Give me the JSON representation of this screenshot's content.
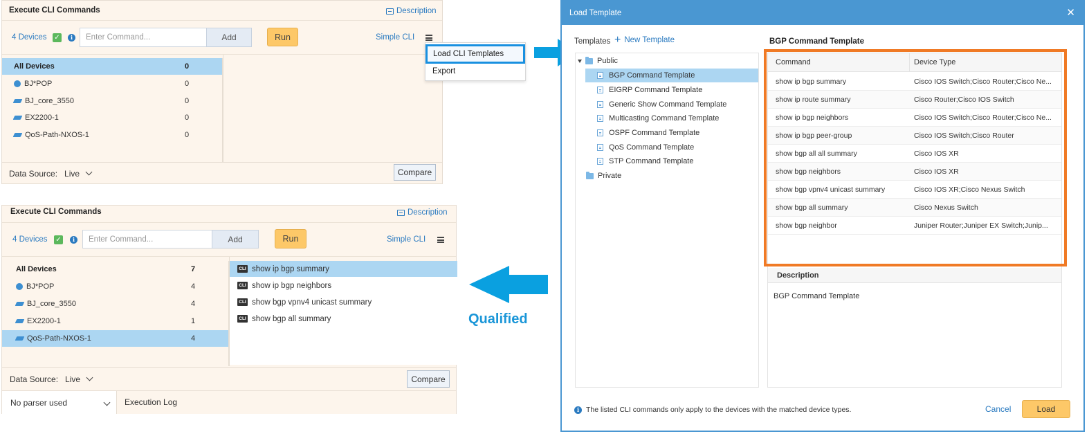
{
  "top_panel": {
    "title": "Execute CLI Commands",
    "description_link": "Description",
    "devices_link": "4 Devices",
    "command_placeholder": "Enter Command...",
    "add_label": "Add",
    "run_label": "Run",
    "simple_cli_label": "Simple CLI",
    "devices": [
      {
        "name": "All Devices",
        "count": "0",
        "icon": "none"
      },
      {
        "name": "BJ*POP",
        "count": "0",
        "icon": "pop-icon"
      },
      {
        "name": "BJ_core_3550",
        "count": "0",
        "icon": "switch-icon"
      },
      {
        "name": "EX2200-1",
        "count": "0",
        "icon": "switch-icon"
      },
      {
        "name": "QoS-Path-NXOS-1",
        "count": "0",
        "icon": "switch-icon"
      }
    ],
    "data_source_label": "Data Source:",
    "data_source_value": "Live",
    "compare_label": "Compare"
  },
  "popup_menu": {
    "items": [
      "Load CLI Templates",
      "Export"
    ],
    "highlighted": "Load CLI Templates"
  },
  "bottom_panel": {
    "title": "Execute CLI Commands",
    "description_link": "Description",
    "devices_link": "4 Devices",
    "command_placeholder": "Enter Command...",
    "add_label": "Add",
    "run_label": "Run",
    "simple_cli_label": "Simple CLI",
    "devices": [
      {
        "name": "All Devices",
        "count": "7",
        "icon": "none"
      },
      {
        "name": "BJ*POP",
        "count": "4",
        "icon": "pop-icon"
      },
      {
        "name": "BJ_core_3550",
        "count": "4",
        "icon": "switch-icon"
      },
      {
        "name": "EX2200-1",
        "count": "1",
        "icon": "switch-icon"
      },
      {
        "name": "QoS-Path-NXOS-1",
        "count": "4",
        "icon": "switch-icon"
      }
    ],
    "commands": [
      {
        "tag": "CLI",
        "text": "show ip bgp summary"
      },
      {
        "tag": "CLI",
        "text": "show ip bgp neighbors"
      },
      {
        "tag": "CLI",
        "text": "show bgp vpnv4 unicast summary"
      },
      {
        "tag": "CLI",
        "text": "show bgp all summary"
      }
    ],
    "data_source_label": "Data Source:",
    "data_source_value": "Live",
    "compare_label": "Compare",
    "parser_value": "No parser used",
    "execution_log_label": "Execution Log"
  },
  "qualified_label": "Qualified",
  "accent_colors": {
    "arrow": "#0aa0e0",
    "highlight_box": "#1890e0",
    "table_outline": "#f07a25",
    "run_button": "#fdc868",
    "dialog_header": "#4a97d2"
  },
  "dialog": {
    "title": "Load Template",
    "close_icon": "close-icon",
    "templates_label": "Templates",
    "new_template_label": "New Template",
    "tree": {
      "public_label": "Public",
      "private_label": "Private",
      "items": [
        "BGP Command Template",
        "EIGRP Command Template",
        "Generic Show Command Template",
        "Multicasting Command Template",
        "OSPF Command Template",
        "QoS Command Template",
        "STP Command Template"
      ],
      "selected": "BGP Command Template"
    },
    "table_title": "BGP Command Template",
    "columns": [
      "Command",
      "Device Type"
    ],
    "rows": [
      {
        "command": "show ip bgp summary",
        "device_type": "Cisco IOS Switch;Cisco Router;Cisco Ne..."
      },
      {
        "command": "show ip route summary",
        "device_type": "Cisco Router;Cisco IOS Switch"
      },
      {
        "command": "show ip bgp neighbors",
        "device_type": "Cisco IOS Switch;Cisco Router;Cisco Ne..."
      },
      {
        "command": "show ip bgp peer-group",
        "device_type": "Cisco IOS Switch;Cisco Router"
      },
      {
        "command": "show bgp all all summary",
        "device_type": "Cisco IOS XR"
      },
      {
        "command": "show bgp neighbors",
        "device_type": "Cisco IOS XR"
      },
      {
        "command": "show bgp vpnv4 unicast summary",
        "device_type": "Cisco IOS XR;Cisco Nexus Switch"
      },
      {
        "command": "show bgp all summary",
        "device_type": "Cisco Nexus Switch"
      },
      {
        "command": "show bgp neighbor",
        "device_type": "Juniper Router;Juniper EX Switch;Junip..."
      }
    ],
    "description_header": "Description",
    "description_text": "BGP Command Template",
    "footer_note": "The listed CLI commands only apply to the devices with the matched device types.",
    "cancel_label": "Cancel",
    "load_label": "Load"
  }
}
